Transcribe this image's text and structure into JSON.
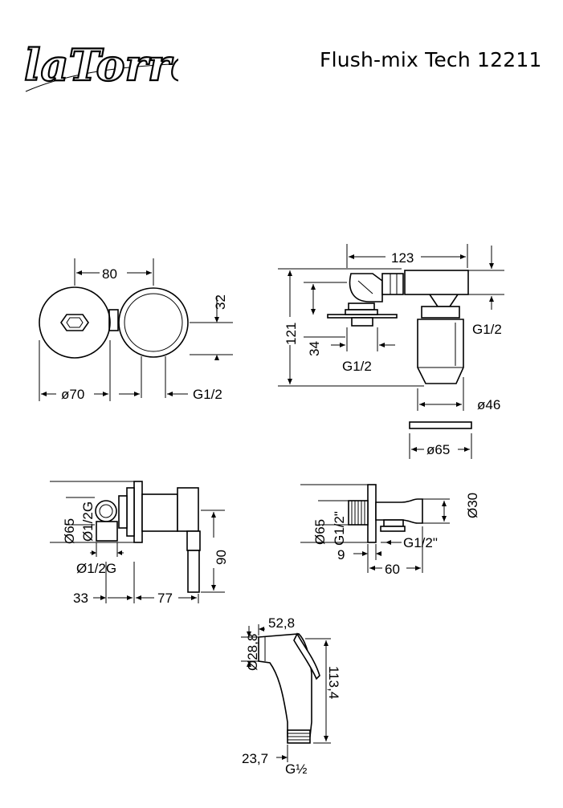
{
  "brand": {
    "logo": "laTorre"
  },
  "header": {
    "title": "Flush-mix Tech 12211"
  },
  "front_view": {
    "width": "80",
    "offset": "32",
    "plate_diameter": "ø70",
    "thread": "G1/2"
  },
  "side_view": {
    "depth": "123",
    "height": "121",
    "inlet_height": "34",
    "thread_top": "G1/2",
    "thread_bottom": "G1/2",
    "body_diameter": "ø46",
    "plate_diameter": "ø65"
  },
  "mixer_detail": {
    "plate_diameter": "Ø65",
    "inlet_thread": "Ø1/2G",
    "outlet_thread": "Ø1/2G",
    "height": "90",
    "offset_left": "33",
    "offset_right": "77"
  },
  "holder_detail": {
    "plate_diameter": "Ø65",
    "thread_in": "G1/2\"",
    "thread_out": "G1/2\"",
    "holder_diameter": "Ø30",
    "plate_thickness": "9",
    "depth": "60"
  },
  "handshower": {
    "head_diameter": "Ø28,8",
    "head_length": "52,8",
    "length": "113,4",
    "handle_width": "23,7",
    "thread": "G½"
  }
}
